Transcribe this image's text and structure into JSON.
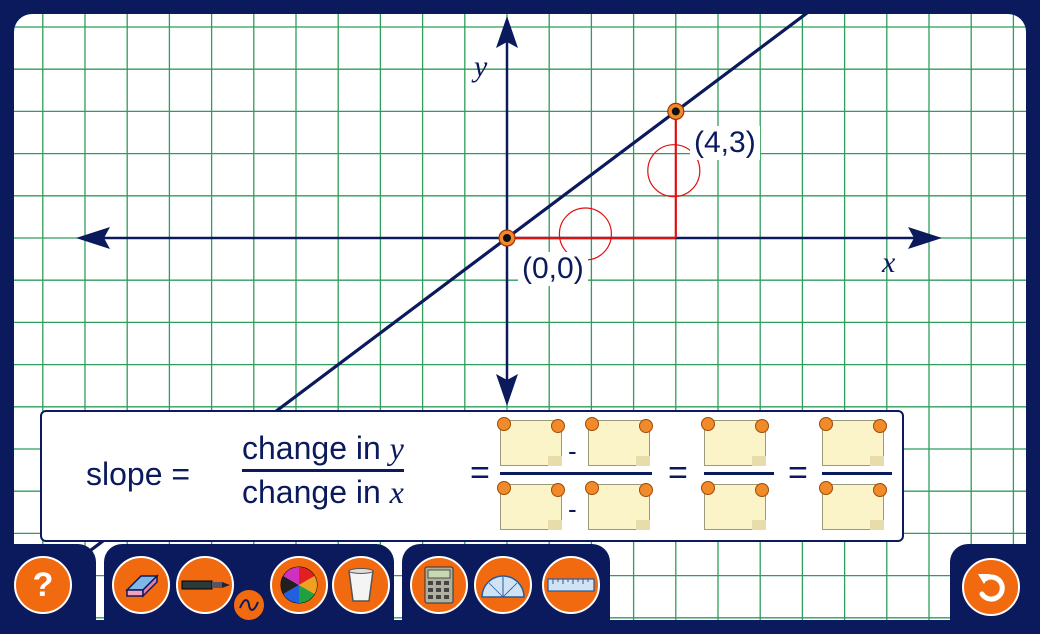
{
  "graph": {
    "x_axis_label": "x",
    "y_axis_label": "y",
    "point_origin_label": "(0,0)",
    "point_a_label": "(4,3)",
    "points": [
      {
        "name": "origin",
        "x": 0,
        "y": 0
      },
      {
        "name": "a",
        "x": 4,
        "y": 3
      }
    ],
    "line_slope": "3/4",
    "colors": {
      "grid": "#2e9e5a",
      "axes": "#0a1a5c",
      "line": "#0a1a5c",
      "rise_run": "#e01010",
      "point_ring": "#f08a2a"
    }
  },
  "formula": {
    "slope_label": "slope =",
    "numerator_text": "change in",
    "numerator_var": "y",
    "denominator_text": "change in",
    "denominator_var": "x",
    "equals": "=",
    "minus": "-"
  },
  "toolbar": {
    "help_label": "?",
    "tools": [
      "eraser-icon",
      "marker-icon",
      "color-wheel-icon",
      "trash-icon",
      "calculator-icon",
      "protractor-icon",
      "ruler-icon"
    ],
    "reset_icon": "undo-icon",
    "accent": "#f26a10"
  }
}
